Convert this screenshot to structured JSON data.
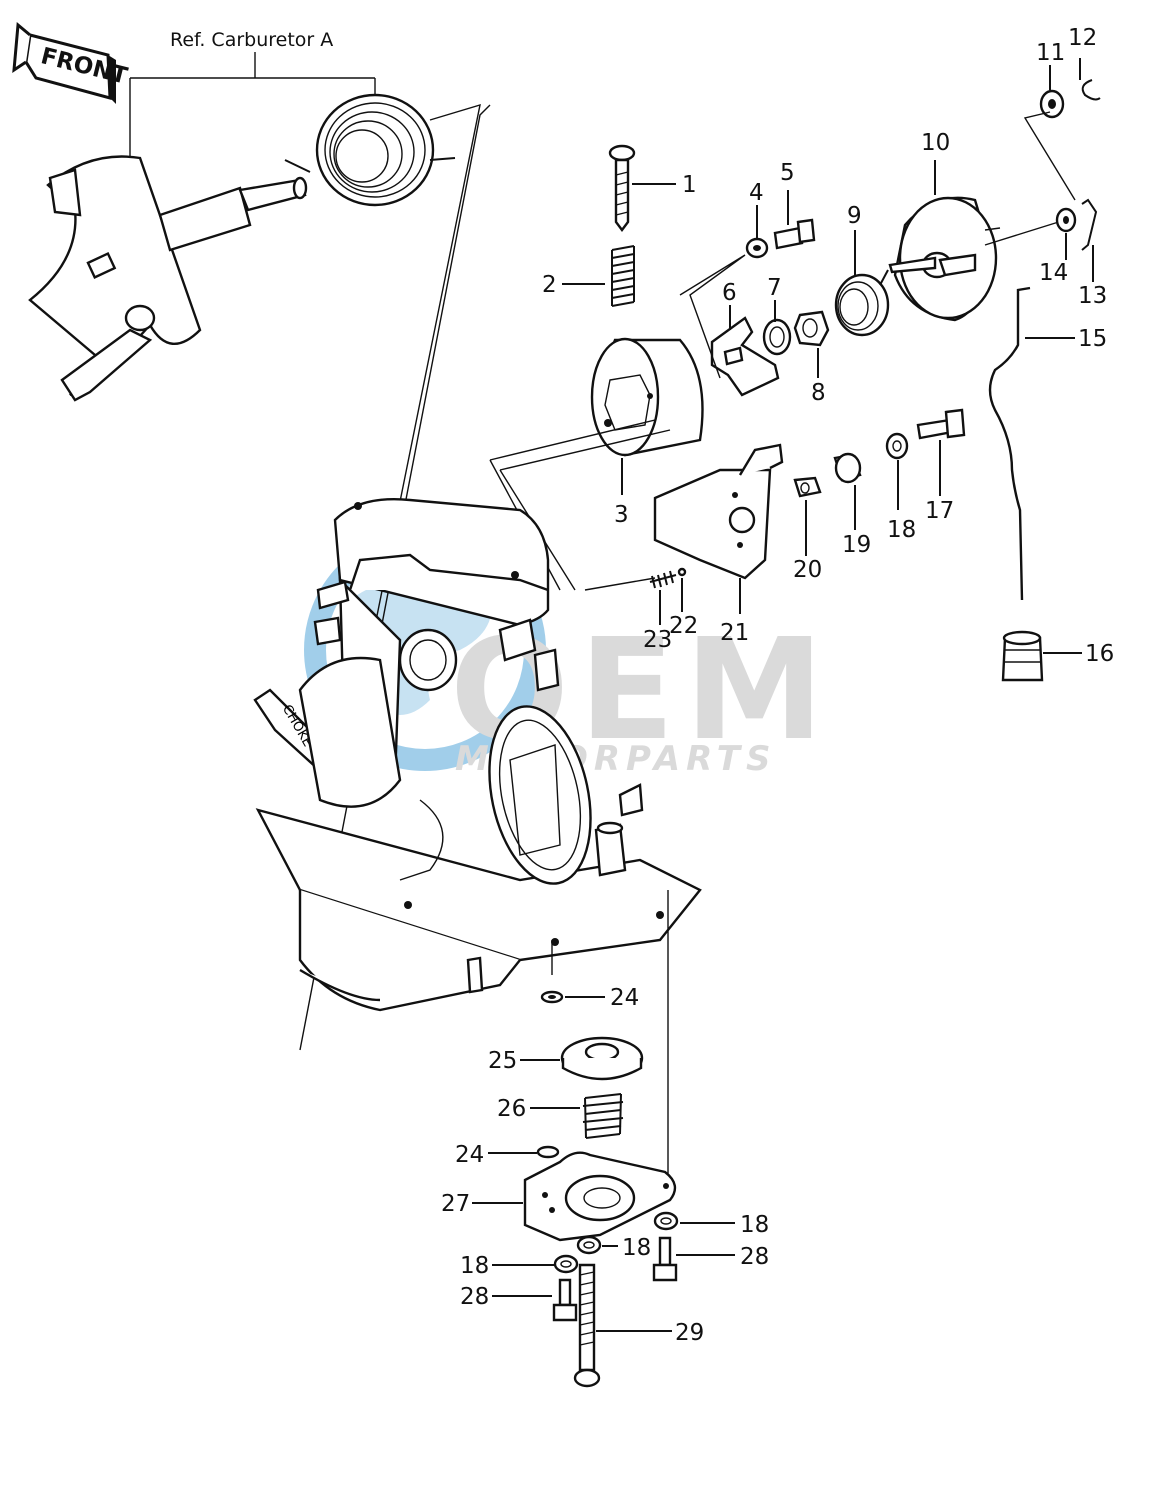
{
  "front_badge": "FRONT",
  "ref_label": "Ref. Carburetor A",
  "choke_text": "CHOKE",
  "watermark": {
    "logo_text": "OEM",
    "sub_text": "MOTORPARTS",
    "colors": {
      "globe": "#56a7d9",
      "letters": "#bdbdbd"
    }
  },
  "part_labels": [
    "1",
    "2",
    "3",
    "4",
    "5",
    "6",
    "7",
    "8",
    "9",
    "10",
    "11",
    "12",
    "13",
    "14",
    "15",
    "16",
    "17",
    "18",
    "19",
    "20",
    "21",
    "22",
    "23",
    "24",
    "25",
    "26",
    "24",
    "27",
    "18",
    "18",
    "18",
    "28",
    "28",
    "29"
  ]
}
